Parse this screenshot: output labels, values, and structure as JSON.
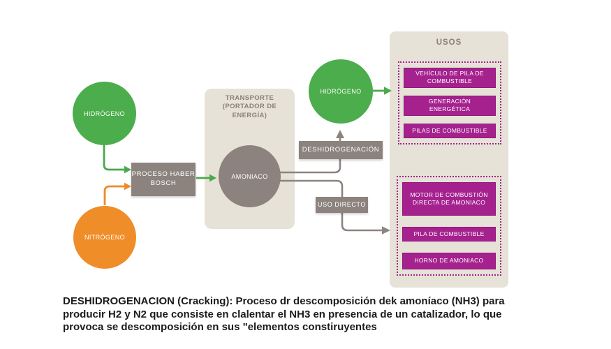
{
  "colors": {
    "green": "#4bad4b",
    "orange": "#ef8d29",
    "gray": "#8c837e",
    "magenta": "#a5218e",
    "beige_panel": "#e6e2d7",
    "caption_text": "#1b1b1b"
  },
  "diagram": {
    "hydrogen_left": "HIDRÓGENO",
    "nitrogen": "NITRÓGENO",
    "haber_bosch": "PROCESO HABER BOSCH",
    "transport_title": "TRANSPORTE (PORTADOR DE ENERGÍA)",
    "ammonia": "AMONIACO",
    "hydrogen_right": "HIDRÓGENO",
    "dehydrogenation": "DESHIDROGENACIÓN",
    "direct_use": "USO DIRECTO"
  },
  "usos": {
    "title": "USOS",
    "hydrogen_uses": [
      "VEHÍCULO DE PILA DE COMBUSTIBLE",
      "GENERACIÓN ENERGÉTICA",
      "PILAS DE COMBUSTIBLE"
    ],
    "ammonia_uses": [
      "MOTOR DE COMBUSTIÓN DIRECTA DE AMONIACO",
      "PILA DE COMBUSTIBLE",
      "HORNO DE AMONIACO"
    ]
  },
  "caption": {
    "lines": [
      "DESHIDROGENACION (Cracking): Proceso dr descomposición dek amoníaco (NH3) para",
      "producir H2 y N2 que consiste en clalentar el NH3 en presencia de un catalizador, lo que",
      "provoca se descomposición en sus \"elementos constiruyentes"
    ]
  }
}
